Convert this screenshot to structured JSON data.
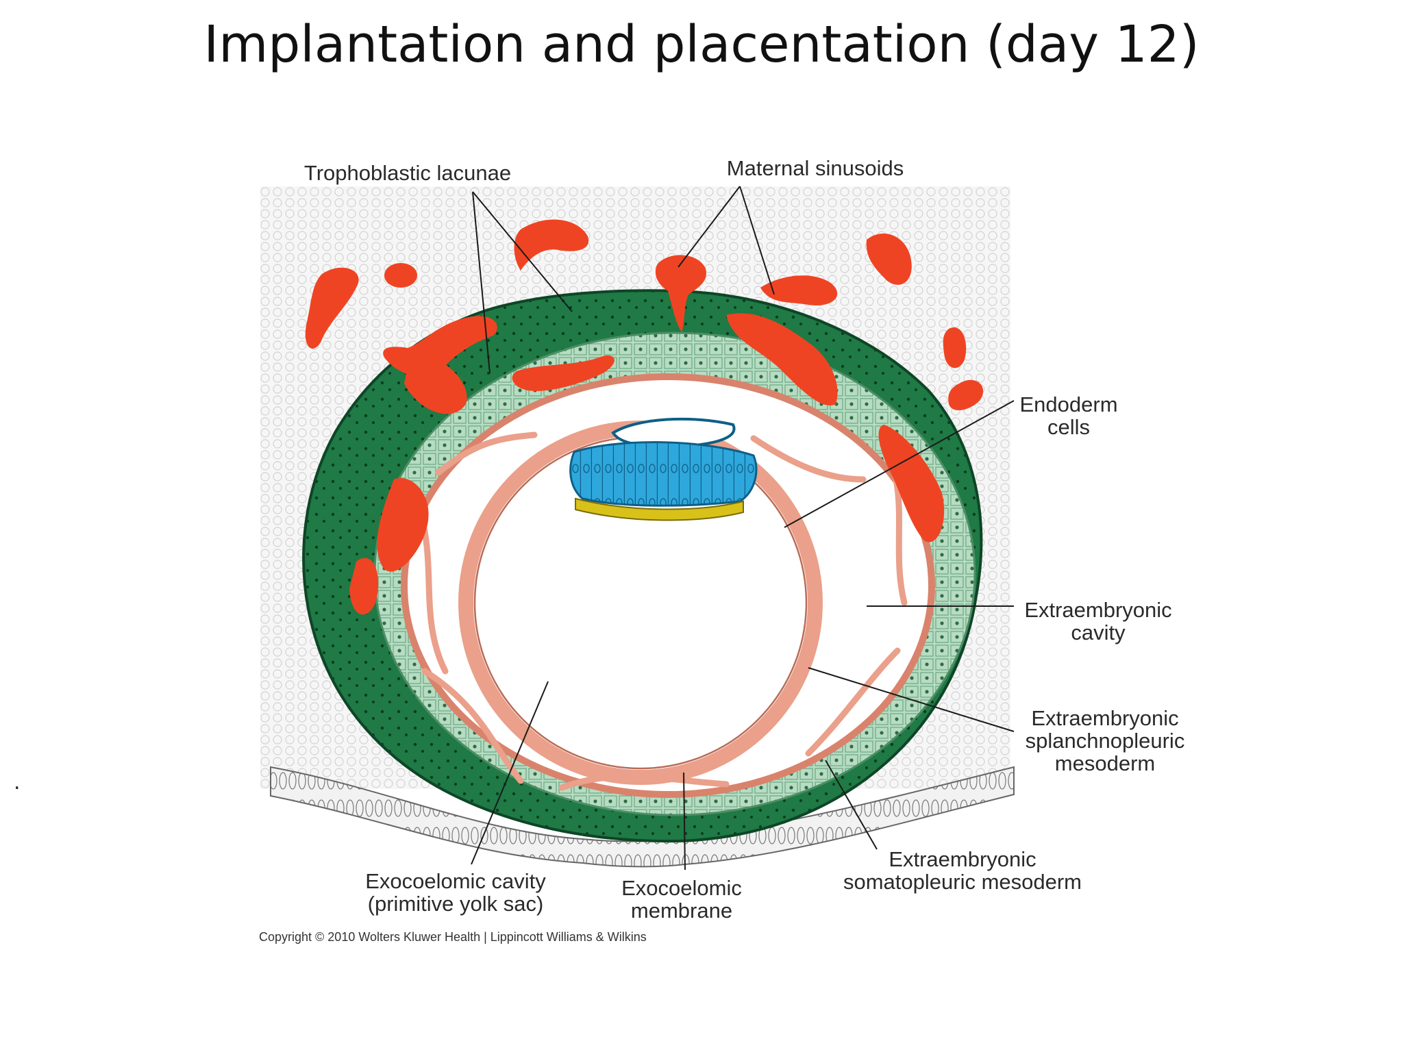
{
  "title": "Implantation and placentation (day 12)",
  "bullet": ".",
  "labels": {
    "trophoblastic_lacunae": "Trophoblastic lacunae",
    "maternal_sinusoids": "Maternal sinusoids",
    "endoderm_cells": [
      "Endoderm",
      "cells"
    ],
    "extraembryonic_cavity": [
      "Extraembryonic",
      "cavity"
    ],
    "splanchnopleuric_mesoderm": [
      "Extraembryonic",
      "splanchnopleuric",
      "mesoderm"
    ],
    "somatopleuric_mesoderm": [
      "Extraembryonic",
      "somatopleuric mesoderm"
    ],
    "exocoelomic_membrane": [
      "Exocoelomic",
      "membrane"
    ],
    "exocoelomic_cavity": [
      "Exocoelomic cavity",
      "(primitive yolk sac)"
    ]
  },
  "copyright": "Copyright © 2010 Wolters Kluwer Health | Lippincott Williams & Wilkins",
  "colors": {
    "trophoblast_green": "#1f7a45",
    "cytotroph_light": "#a9d5b8",
    "lacunae_red": "#ef4423",
    "mesoderm_salmon": "#eaa08a",
    "epiblast_blue": "#2ea7dc",
    "hypoblast_yellow": "#d8c21a",
    "stroma": "#f3f3f3"
  }
}
